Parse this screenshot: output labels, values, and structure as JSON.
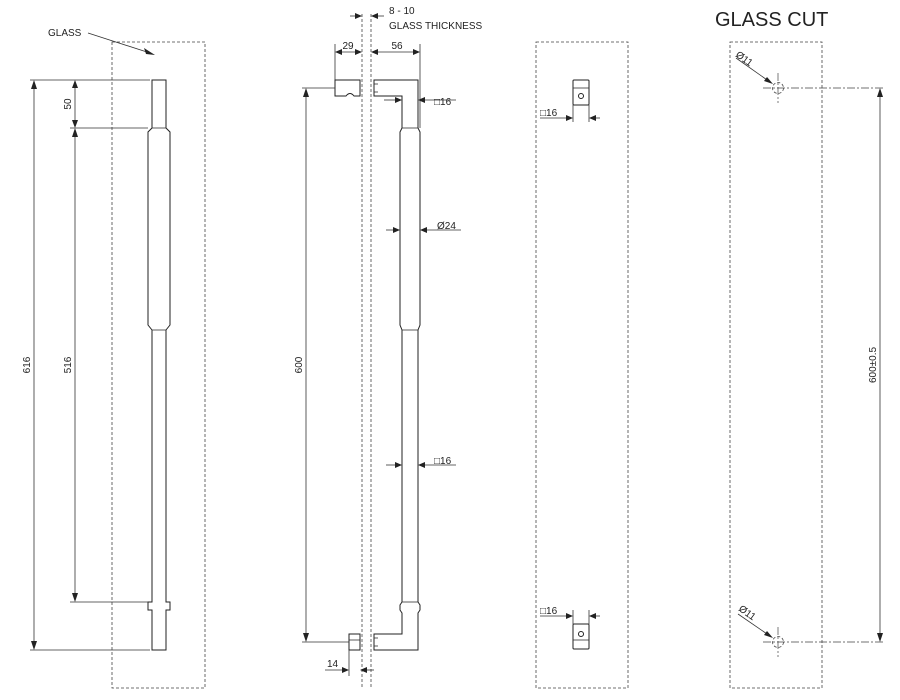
{
  "colors": {
    "line": "#222222",
    "background": "#ffffff"
  },
  "labels": {
    "glass": "GLASS",
    "glass_thickness_value": "8 - 10",
    "glass_thickness_label": "GLASS THICKNESS",
    "glass_cut_title": "GLASS CUT"
  },
  "dims": {
    "overall_length": "616",
    "offset_top": "50",
    "grip_length": "516",
    "centers": "600",
    "standoff": "29",
    "depth": "56",
    "post_square_top": "16",
    "grip_diameter": "24",
    "post_square_mid": "16",
    "foot": "14",
    "bracket_square_top": "16",
    "bracket_square_bottom": "16",
    "hole_diameter_top": "11",
    "hole_diameter_bottom": "11",
    "hole_centers": "600±0.5"
  },
  "symbols": {
    "square": "□",
    "diameter": "Ø"
  }
}
